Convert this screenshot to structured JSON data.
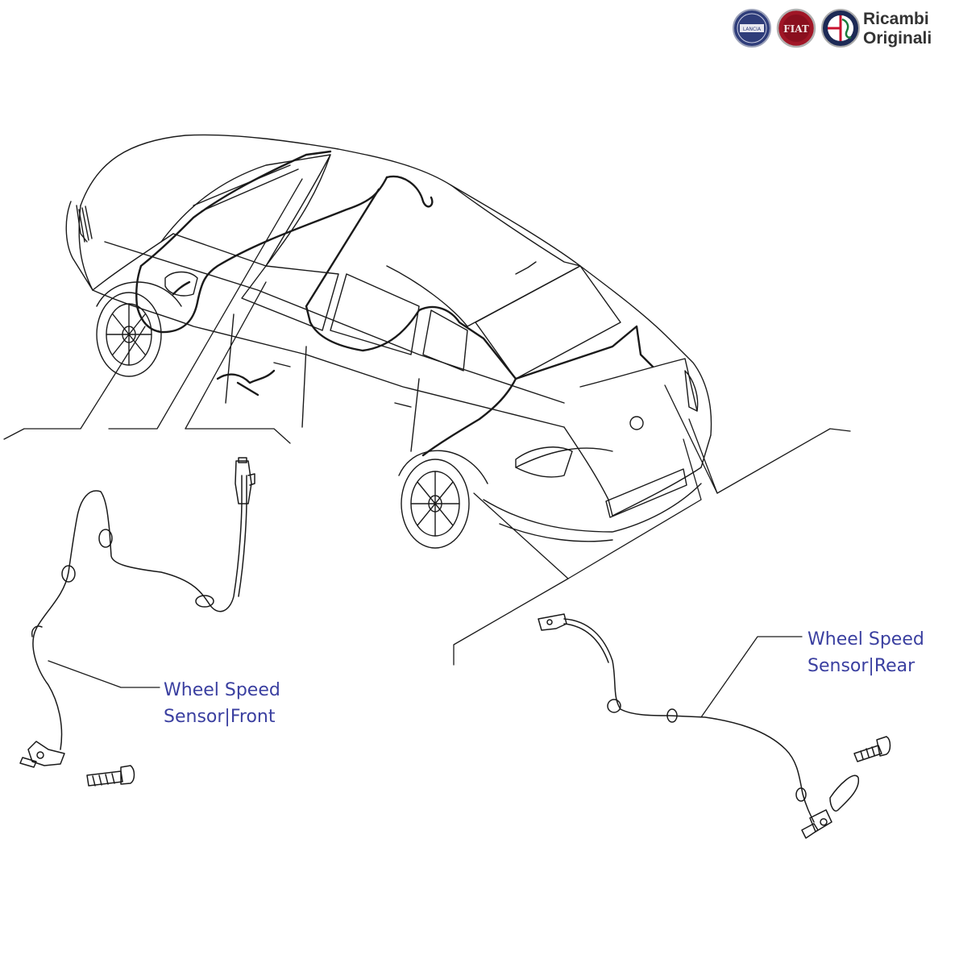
{
  "brand": {
    "line1": "Ricambi",
    "line2": "Originali",
    "logos": [
      "lancia-logo",
      "fiat-logo",
      "alfa-romeo-logo"
    ],
    "logo_texts": [
      "LANCIA",
      "FIAT"
    ]
  },
  "labels": {
    "front": {
      "line1": "Wheel Speed",
      "line2": "Sensor|Front"
    },
    "rear": {
      "line1": "Wheel Speed",
      "line2": "Sensor|Rear"
    }
  },
  "colors": {
    "label_text": "#3a3fa0",
    "line_art": "#1a1a1a",
    "brand_text": "#333333"
  }
}
